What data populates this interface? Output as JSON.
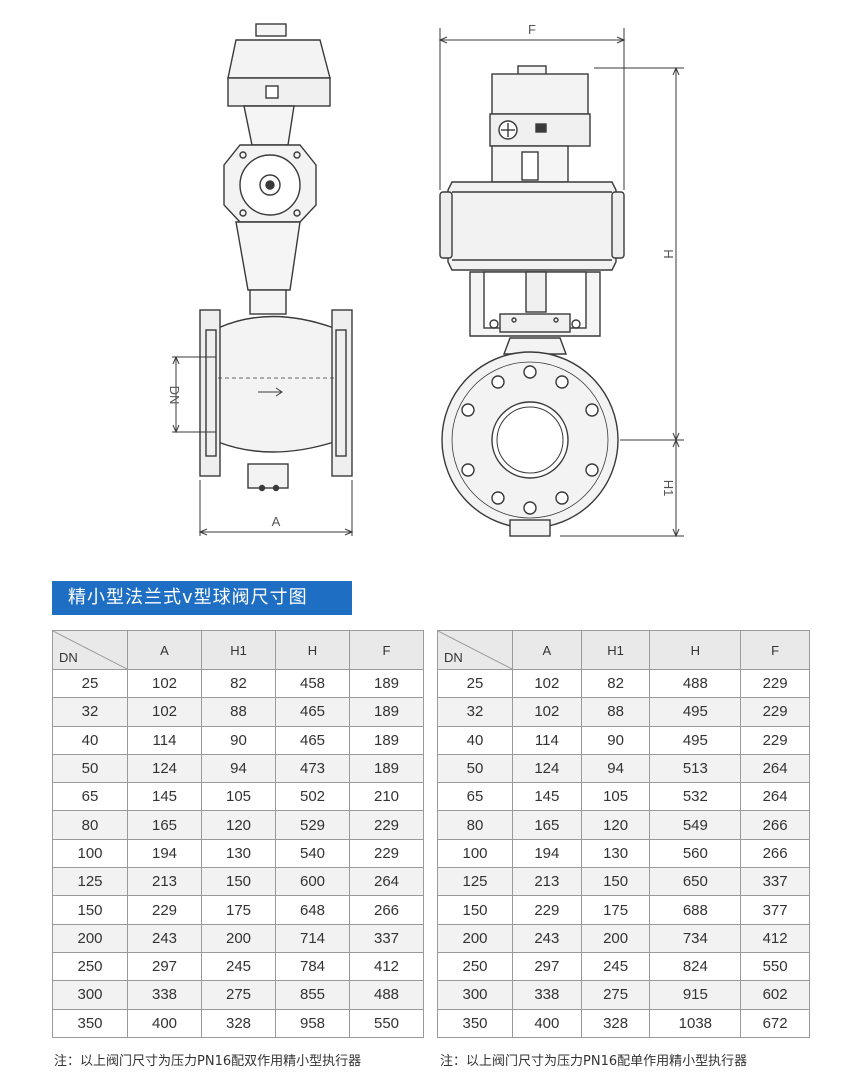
{
  "drawing": {
    "labels": {
      "dn": "DN",
      "a": "A",
      "f": "F",
      "h": "H",
      "h1": "H1"
    }
  },
  "title": "精小型法兰式v型球阀尺寸图",
  "table_left": {
    "headers": [
      "DN",
      "A",
      "H1",
      "H",
      "F"
    ],
    "rows": [
      [
        "25",
        "102",
        "82",
        "458",
        "189"
      ],
      [
        "32",
        "102",
        "88",
        "465",
        "189"
      ],
      [
        "40",
        "114",
        "90",
        "465",
        "189"
      ],
      [
        "50",
        "124",
        "94",
        "473",
        "189"
      ],
      [
        "65",
        "145",
        "105",
        "502",
        "210"
      ],
      [
        "80",
        "165",
        "120",
        "529",
        "229"
      ],
      [
        "100",
        "194",
        "130",
        "540",
        "229"
      ],
      [
        "125",
        "213",
        "150",
        "600",
        "264"
      ],
      [
        "150",
        "229",
        "175",
        "648",
        "266"
      ],
      [
        "200",
        "243",
        "200",
        "714",
        "337"
      ],
      [
        "250",
        "297",
        "245",
        "784",
        "412"
      ],
      [
        "300",
        "338",
        "275",
        "855",
        "488"
      ],
      [
        "350",
        "400",
        "328",
        "958",
        "550"
      ]
    ],
    "note": "注：以上阀门尺寸为压力PN16配双作用精小型执行器"
  },
  "table_right": {
    "headers": [
      "DN",
      "A",
      "H1",
      "H",
      "F"
    ],
    "rows": [
      [
        "25",
        "102",
        "82",
        "488",
        "229"
      ],
      [
        "32",
        "102",
        "88",
        "495",
        "229"
      ],
      [
        "40",
        "114",
        "90",
        "495",
        "229"
      ],
      [
        "50",
        "124",
        "94",
        "513",
        "264"
      ],
      [
        "65",
        "145",
        "105",
        "532",
        "264"
      ],
      [
        "80",
        "165",
        "120",
        "549",
        "266"
      ],
      [
        "100",
        "194",
        "130",
        "560",
        "266"
      ],
      [
        "125",
        "213",
        "150",
        "650",
        "337"
      ],
      [
        "150",
        "229",
        "175",
        "688",
        "377"
      ],
      [
        "200",
        "243",
        "200",
        "734",
        "412"
      ],
      [
        "250",
        "297",
        "245",
        "824",
        "550"
      ],
      [
        "300",
        "338",
        "275",
        "915",
        "602"
      ],
      [
        "350",
        "400",
        "328",
        "1038",
        "672"
      ]
    ],
    "note": "注：以上阀门尺寸为压力PN16配单作用精小型执行器"
  },
  "colors": {
    "title_bg": "#1e6fc3",
    "line": "#3a3a3a",
    "header_bg": "#e9e9e9",
    "stripe": "#f2f2f2"
  }
}
